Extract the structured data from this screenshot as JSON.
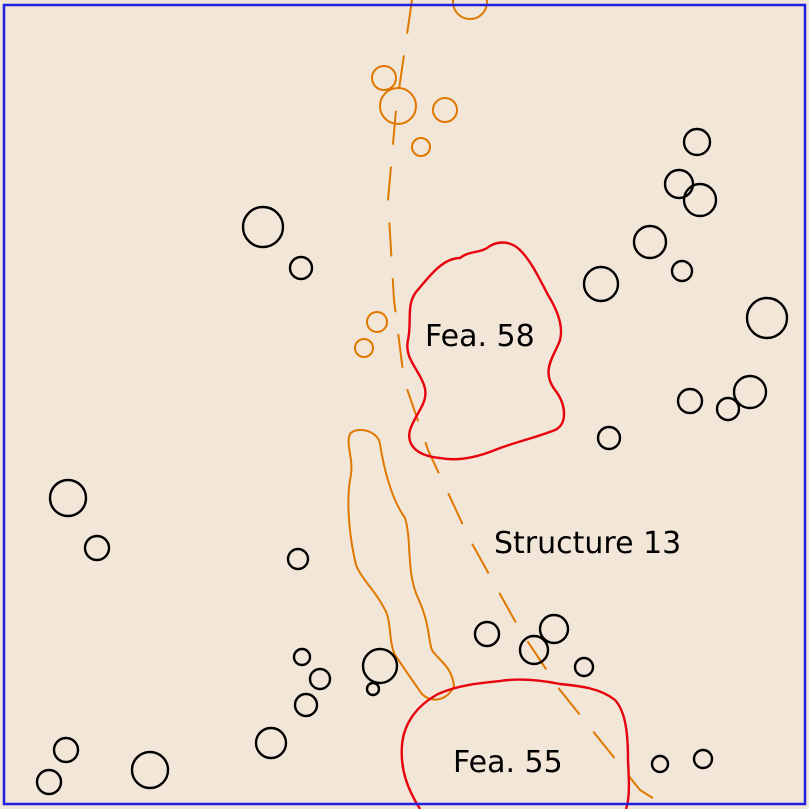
{
  "plan": {
    "background": "#f2e6d8",
    "frame_color": "#2020e0",
    "feature_color": "#e8000d",
    "structure_color": "#e07800",
    "posthole_color": "#000000",
    "labels": {
      "fea58": "Fea. 58",
      "fea55": "Fea. 55",
      "structure13": "Structure 13"
    }
  }
}
